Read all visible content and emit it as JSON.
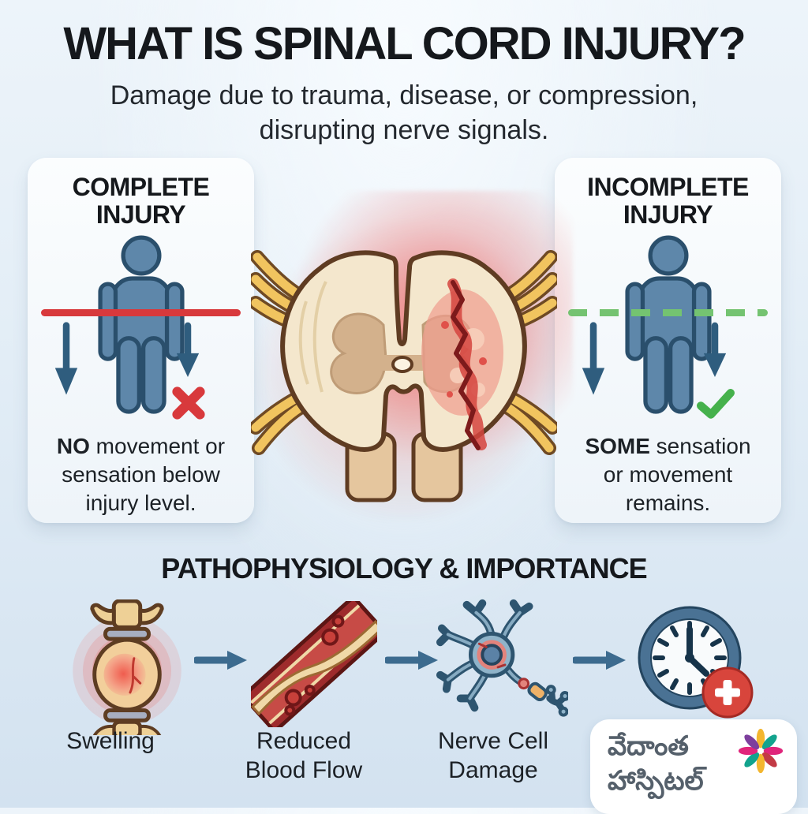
{
  "header": {
    "title": "WHAT IS SPINAL CORD INJURY?",
    "subtitle": "Damage due to trauma, disease, or compression, disrupting nerve signals."
  },
  "cards": {
    "complete": {
      "title": "COMPLETE\nINJURY",
      "caption_bold": "NO",
      "caption_rest": " movement or sensation below injury level.",
      "figure": "person-with-solid-red-injury-line",
      "marks": [
        "down-arrow-long",
        "down-arrow-short",
        "red-x"
      ]
    },
    "incomplete": {
      "title": "INCOMPLETE\nINJURY",
      "caption_bold": "SOME",
      "caption_rest": " sensation or movement remains.",
      "figure": "person-with-green-dashed-injury-line",
      "marks": [
        "down-arrow-long",
        "down-arrow-short",
        "green-check"
      ]
    }
  },
  "center_illustration": "spinal-cord-cross-section-with-injury",
  "pathophysiology": {
    "heading": "PATHOPHYSIOLOGY & IMPORTANCE",
    "steps": [
      {
        "icon": "swollen-vertebra-icon",
        "label": "Swelling"
      },
      {
        "icon": "narrowed-blood-vessel-icon",
        "label": "Reduced\nBlood Flow"
      },
      {
        "icon": "damaged-neuron-icon",
        "label": "Nerve Cell\nDamage"
      },
      {
        "icon": "clock-medical-urgency-icon",
        "label": ""
      }
    ]
  },
  "logo": {
    "name_line1": "వేదాంత",
    "name_line2": "హాస్పిటల్",
    "icon": "colorful-starburst-icon"
  },
  "colors": {
    "background": "#e3eef7",
    "card": "#f7fafd",
    "figure_blue": "#5e87aa",
    "injury_red": "#d8393c",
    "injury_green": "#5cb85f",
    "nerve_gold": "#f1c45f",
    "cord_cream": "#f4e7cd",
    "text": "#15181c"
  }
}
